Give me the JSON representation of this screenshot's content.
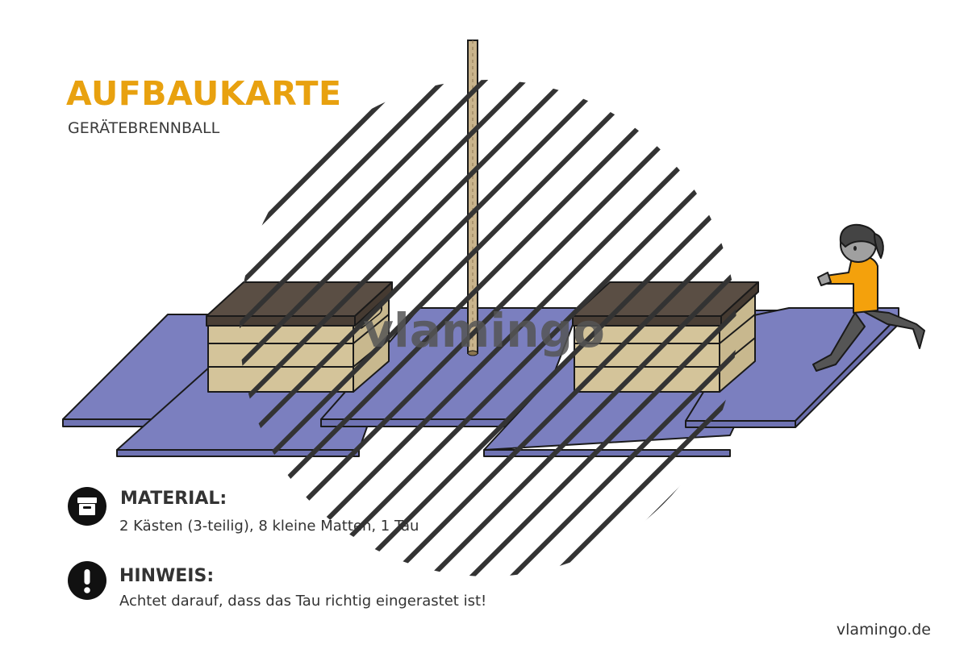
{
  "header": {
    "title": "AUFBAUKARTE",
    "subtitle": "GERÄTEBRENNBALL"
  },
  "illustration": {
    "watermark": "vlamingo",
    "items": [
      "vaulting-box",
      "vaulting-box",
      "mat",
      "rope",
      "running-child"
    ]
  },
  "material": {
    "icon": "box-icon",
    "heading": "MATERIAL:",
    "text": "2 Kästen (3-teilig), 8 kleine Matten, 1 Tau"
  },
  "hint": {
    "icon": "exclamation-icon",
    "heading": "HINWEIS:",
    "text": "Achtet darauf, dass das Tau richtig eingerastet ist!"
  },
  "footer": {
    "site": "vlamingo.de"
  },
  "colors": {
    "accent": "#e8a10f",
    "mat": "#7b7fbf",
    "box_wood": "#d4c49a",
    "box_top": "#5a4e44",
    "rope": "#c9b48c",
    "shirt": "#f4a10c",
    "text": "#333333"
  }
}
